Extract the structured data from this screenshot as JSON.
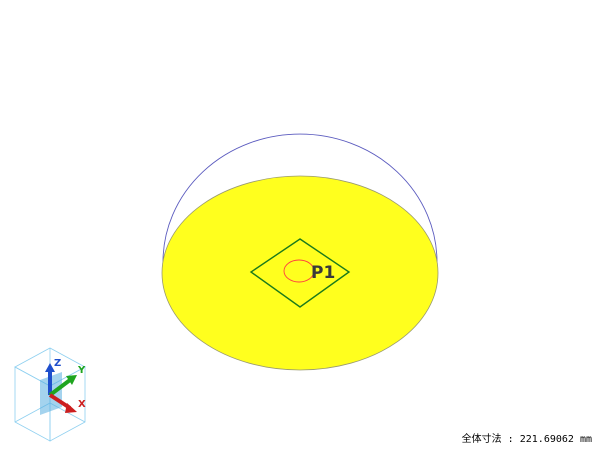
{
  "scene": {
    "background_color": "#ffffff",
    "hemisphere_outline_color": "#5b5bbf",
    "disk_fill_color": "#ffff1e",
    "disk_edge_color": "#9a9a70",
    "marker_square_color": "#1b7a1b",
    "marker_circle_color": "#ff4040",
    "point_label": "P1",
    "point_label_color": "#3a3a3a"
  },
  "axis_triad": {
    "x_label": "X",
    "y_label": "Y",
    "z_label": "Z",
    "x_color": "#cc1f1f",
    "y_color": "#1fa51f",
    "z_color": "#1f4fcc",
    "cube_edge_color": "#8fd0f0"
  },
  "status": {
    "overall_dimension_label": "全体寸法",
    "separator": ":",
    "overall_dimension_value": "221.69062",
    "unit": "mm"
  }
}
